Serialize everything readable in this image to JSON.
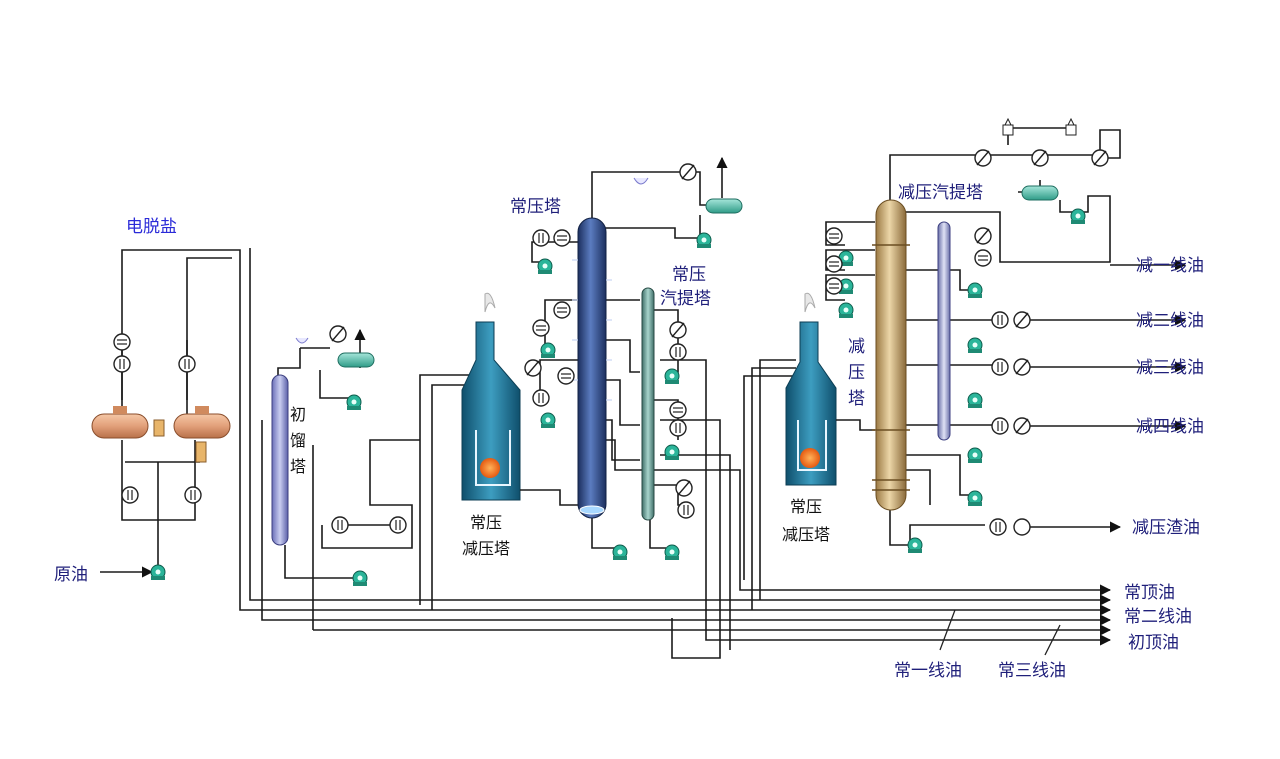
{
  "labels": {
    "desalter": "电脱盐",
    "crude_oil": "原油",
    "flash_tower": [
      "初",
      "馏",
      "塔"
    ],
    "atm_tower": "常压塔",
    "atm_stripper_1": "常压",
    "atm_stripper_2": "汽提塔",
    "atm_furnace_1": "常压",
    "atm_furnace_2": "减压塔",
    "vac_furnace_1": "常压",
    "vac_furnace_2": "减压塔",
    "vac_tower": [
      "减",
      "压",
      "塔"
    ],
    "vac_stripper": "减压汽提塔"
  },
  "products": {
    "vac1": "减一线油",
    "vac2": "减二线油",
    "vac3": "减三线油",
    "vac4": "减四线油",
    "vac_residue": "减压渣油",
    "atm_top": "常顶油",
    "atm2": "常二线油",
    "init_top": "初顶油",
    "atm1": "常一线油",
    "atm3": "常三线油"
  },
  "colors": {
    "line": "#1b1b1b",
    "pump": "#2bb59a",
    "furnace": "#1d6f8e",
    "column": "#2e4d8a",
    "vac_column": "#c9a66b",
    "desalter": "#e2a07a",
    "drum": "#55c4b0",
    "label_blue": "#2b2bd8"
  }
}
